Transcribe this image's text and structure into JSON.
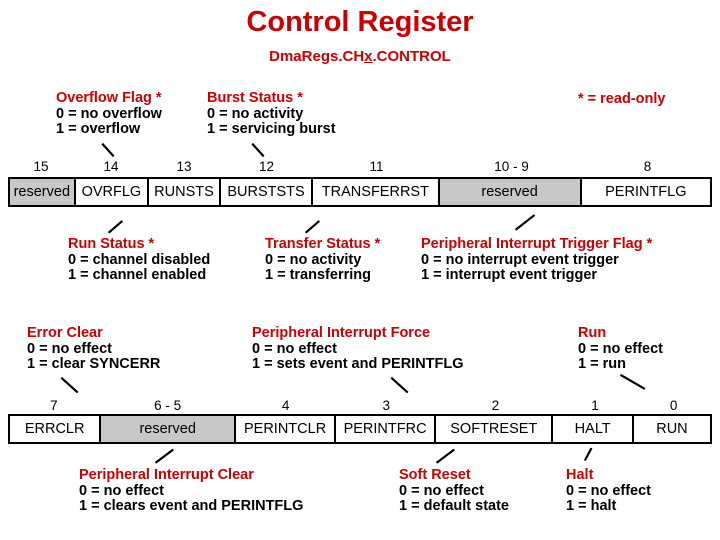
{
  "header": {
    "title": "Control Register",
    "subtitle_pre": "DmaRegs.CH",
    "subtitle_x": "x",
    "subtitle_post": ".CONTROL",
    "note": "* = read-only",
    "title_color": "#CC0000"
  },
  "legends_top": [
    {
      "name": "overflow-flag",
      "title": "Overflow Flag *",
      "line0": "0 = no overflow",
      "line1": "1 = overflow"
    },
    {
      "name": "burst-status",
      "title": "Burst Status *",
      "line0": "0 = no activity",
      "line1": "1 = servicing burst"
    }
  ],
  "legends_mid": [
    {
      "name": "run-status",
      "title": "Run Status *",
      "line0": "0 = channel disabled",
      "line1": "1 = channel enabled"
    },
    {
      "name": "transfer-status",
      "title": "Transfer Status *",
      "line0": "0 = no activity",
      "line1": "1 = transferring"
    },
    {
      "name": "peripheral-interrupt-trigger-flag",
      "title": "Peripheral Interrupt Trigger Flag *",
      "line0": "0 = no interrupt event trigger",
      "line1": "1 = interrupt event trigger"
    }
  ],
  "legends_lower": [
    {
      "name": "error-clear",
      "title": "Error Clear",
      "line0": "0 = no effect",
      "line1": "1 = clear SYNCERR"
    },
    {
      "name": "peripheral-interrupt-force",
      "title": "Peripheral Interrupt Force",
      "line0": "0 = no effect",
      "line1": "1 = sets event and PERINTFLG"
    },
    {
      "name": "run",
      "title": "Run",
      "line0": "0 = no effect",
      "line1": "1 = run"
    }
  ],
  "legends_bottom": [
    {
      "name": "peripheral-interrupt-clear",
      "title": "Peripheral Interrupt Clear",
      "line0": "0 = no effect",
      "line1": "1 = clears event and PERINTFLG"
    },
    {
      "name": "soft-reset",
      "title": "Soft Reset",
      "line0": "0 = no effect",
      "line1": "1 = default state"
    },
    {
      "name": "halt",
      "title": "Halt",
      "line0": "0 = no effect",
      "line1": "1 = halt"
    }
  ],
  "register_high": {
    "bits": [
      "15",
      "14",
      "13",
      "12",
      "11",
      "10 - 9",
      "8"
    ],
    "fields": [
      "reserved",
      "OVRFLG",
      "RUNSTS",
      "BURSTSTS",
      "TRANSFERRST",
      "reserved",
      "PERINTFLG"
    ],
    "reserved_flags": [
      true,
      false,
      false,
      false,
      false,
      true,
      false
    ]
  },
  "register_low": {
    "bits": [
      "7",
      "6 - 5",
      "4",
      "3",
      "2",
      "1",
      "0"
    ],
    "fields": [
      "ERRCLR",
      "reserved",
      "PERINTCLR",
      "PERINTFRC",
      "SOFTRESET",
      "HALT",
      "RUN"
    ],
    "reserved_flags": [
      false,
      true,
      false,
      false,
      false,
      false,
      false
    ]
  },
  "colors": {
    "accent_red": "#CC0000",
    "reserved_gray": "#C8C8C8",
    "border_black": "#000000"
  }
}
